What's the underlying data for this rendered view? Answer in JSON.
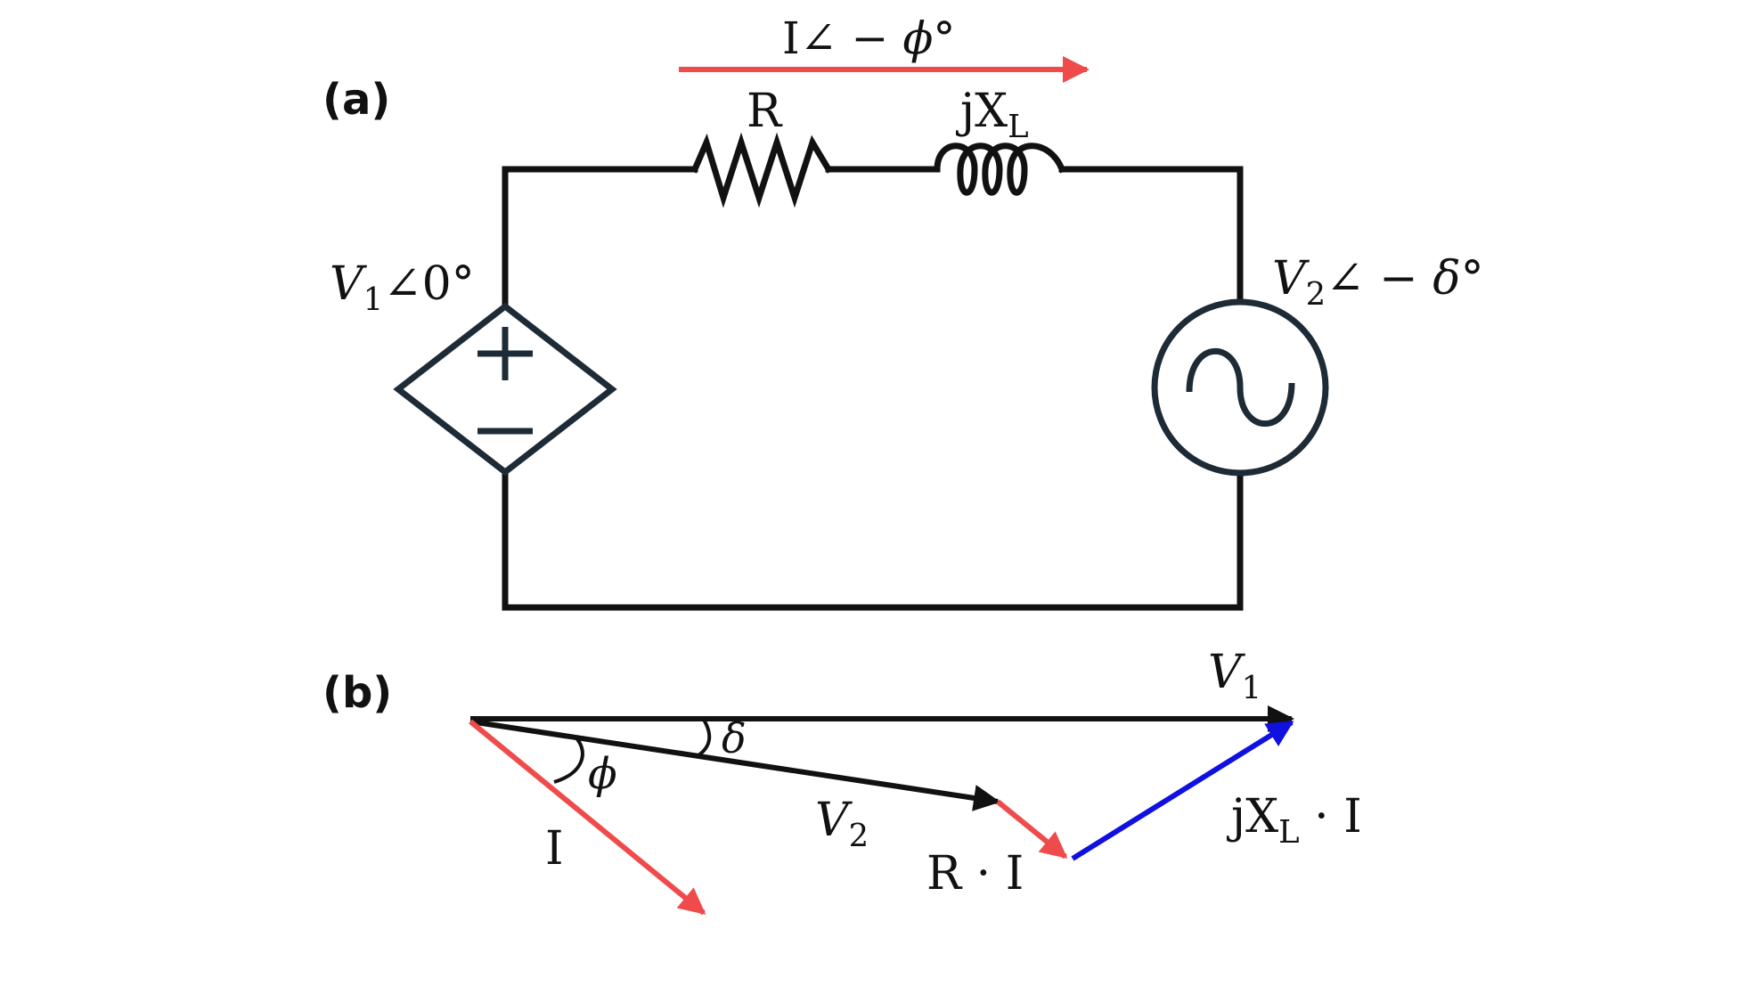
{
  "panel_a": {
    "label": "(a)",
    "current_label": {
      "main": "I∠ − ",
      "var": "ϕ",
      "deg": "°"
    },
    "resistor_label": "R",
    "inductor_label": {
      "main": "jX",
      "sub": "L"
    },
    "v1_label": {
      "var": "V",
      "sub": "1",
      "rest": "∠0°"
    },
    "v2_label": {
      "var": "V",
      "sub": "2",
      "rest": "∠ − ",
      "angle": "δ",
      "deg": "°"
    },
    "plus_sign": "+",
    "minus_sign": "−"
  },
  "panel_b": {
    "label": "(b)",
    "v1": {
      "var": "V",
      "sub": "1"
    },
    "v2": {
      "var": "V",
      "sub": "2"
    },
    "i_label": "I",
    "delta": "δ",
    "phi": "ϕ",
    "ri_label": "R · I",
    "jxl_label": {
      "main": "jX",
      "sub": "L",
      "rest": " · I"
    }
  },
  "colors": {
    "wire": "#111111",
    "source_outline": "#1d2b36",
    "current_arrow": "#ef4b4b",
    "jxl_arrow": "#1010e0",
    "text": "#111111"
  }
}
